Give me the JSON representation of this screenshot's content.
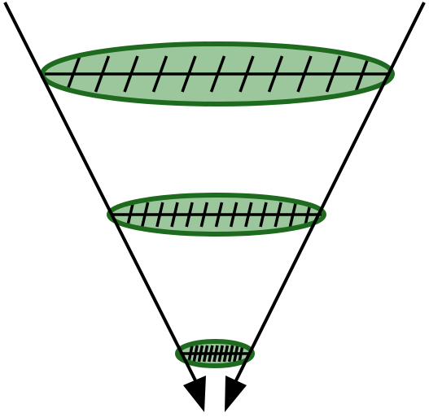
{
  "diagram": {
    "colors": {
      "ring_fill": "#9cc79c",
      "ring_outline": "#1e6a1e",
      "hatch": "#000000",
      "arrow": "#000000",
      "background": "#ffffff"
    },
    "rings": [
      {
        "name": "ring-top",
        "hatch_lines": 11
      },
      {
        "name": "ring-middle",
        "hatch_lines": 13
      },
      {
        "name": "ring-bottom",
        "hatch_lines": 11
      }
    ],
    "arrows": [
      {
        "name": "left-arrow"
      },
      {
        "name": "right-arrow"
      }
    ]
  }
}
